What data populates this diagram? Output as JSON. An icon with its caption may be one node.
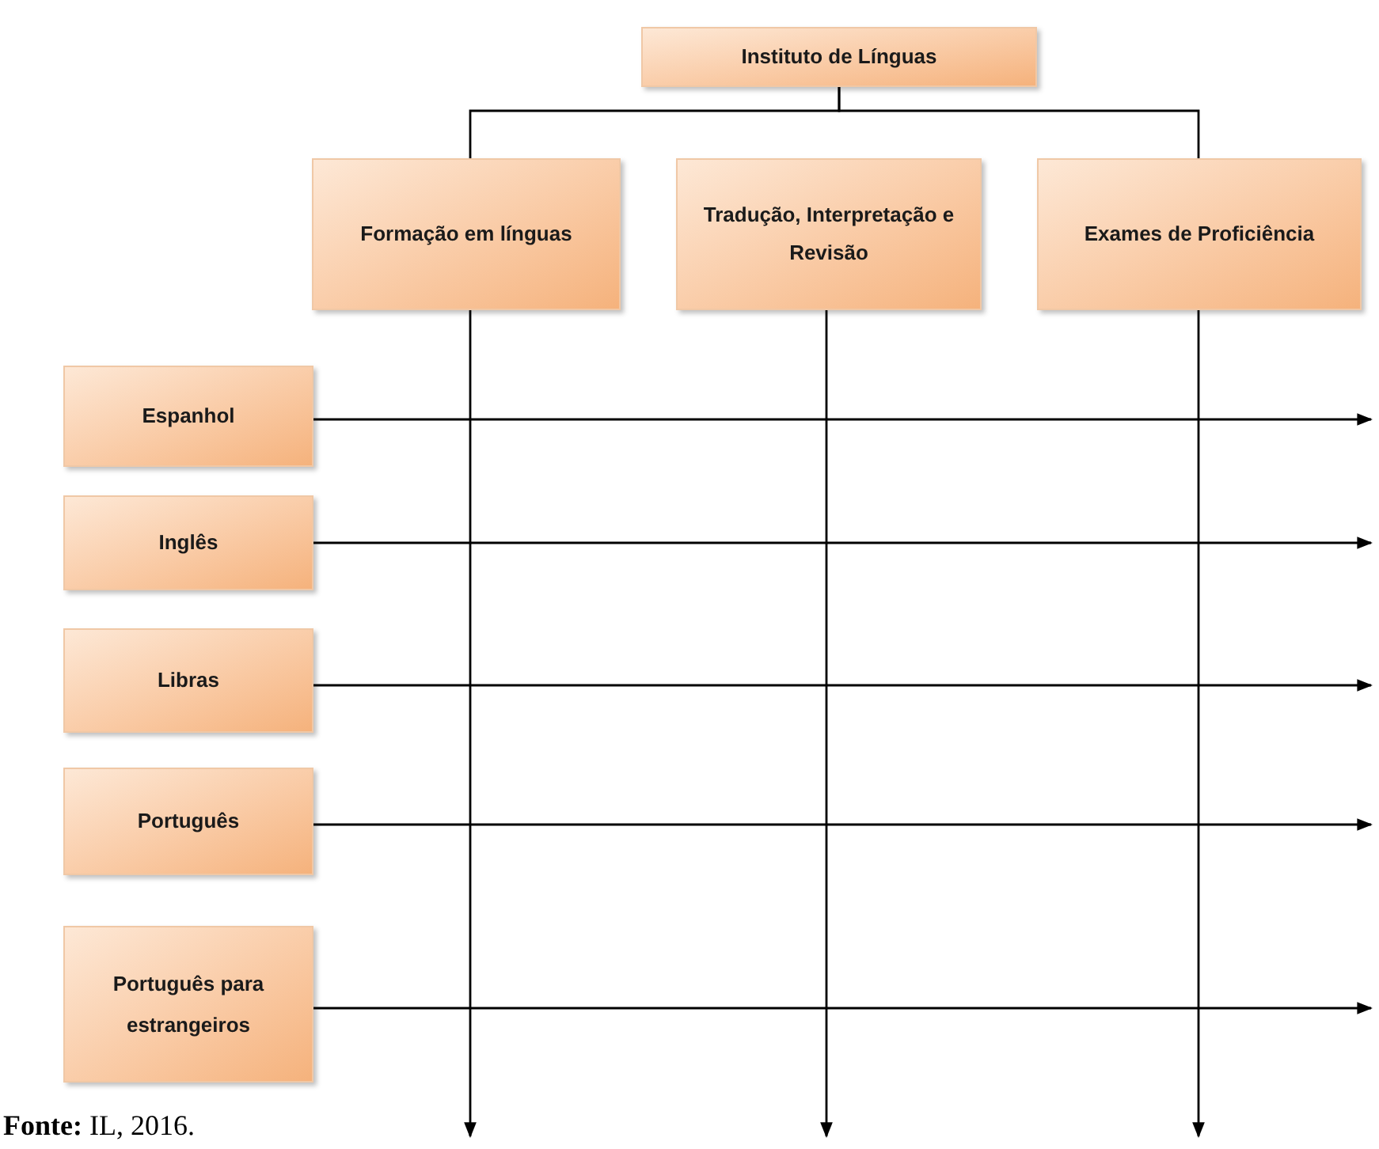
{
  "diagram": {
    "caption": "**Fonte:** IL, 2016.",
    "nodes": [
      {
        "text": [
          "Instituto de Línguas"
        ]
      },
      {
        "text": [
          "Formação em línguas"
        ]
      },
      {
        "text": [
          "Tradução, Interpretação e Revisão"
        ]
      },
      {
        "text": [
          "Exames de Proficiência"
        ]
      },
      {
        "text": [
          "Espanhol"
        ]
      },
      {
        "text": [
          "Inglês"
        ]
      },
      {
        "text": [
          "Libras"
        ]
      },
      {
        "text": [
          "Português"
        ]
      },
      {
        "text": [
          "Português para estrangeiros"
        ]
      }
    ],
    "edges": [
      {
        "from": 0,
        "to": 1,
        "arrow": "none"
      },
      {
        "from": 0,
        "to": 3,
        "arrow": "none"
      },
      {
        "from": 1,
        "to": null,
        "arrow": "to"
      },
      {
        "from": 2,
        "to": null,
        "arrow": "to"
      },
      {
        "from": 3,
        "to": null,
        "arrow": "to"
      },
      {
        "from": 4,
        "to": null,
        "arrow": "to"
      },
      {
        "from": 5,
        "to": null,
        "arrow": "to"
      },
      {
        "from": 6,
        "to": null,
        "arrow": "to"
      },
      {
        "from": 7,
        "to": null,
        "arrow": "to"
      },
      {
        "from": 8,
        "to": null,
        "arrow": "to"
      }
    ]
  }
}
